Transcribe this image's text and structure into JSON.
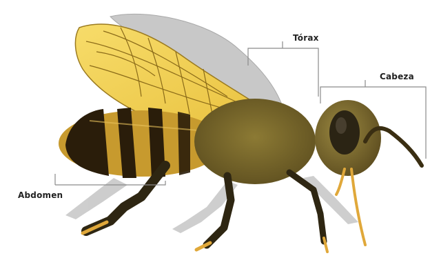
{
  "labels": {
    "torax": "Tórax",
    "cabeza": "Cabeza",
    "abdomen": "Abdomen"
  },
  "colors": {
    "background": "#ffffff",
    "leader_line": "#8a8a8a",
    "label_text": "#222222",
    "wing_fill": "#f0cd4a",
    "wing_veins": "#8a6a18",
    "body_fur": "#7a6a2a",
    "abdomen_band_dark": "#2a1d0a",
    "abdomen_band_light": "#c79a2e",
    "eye": "#2b2414",
    "shadow": "#b8b8b8"
  }
}
